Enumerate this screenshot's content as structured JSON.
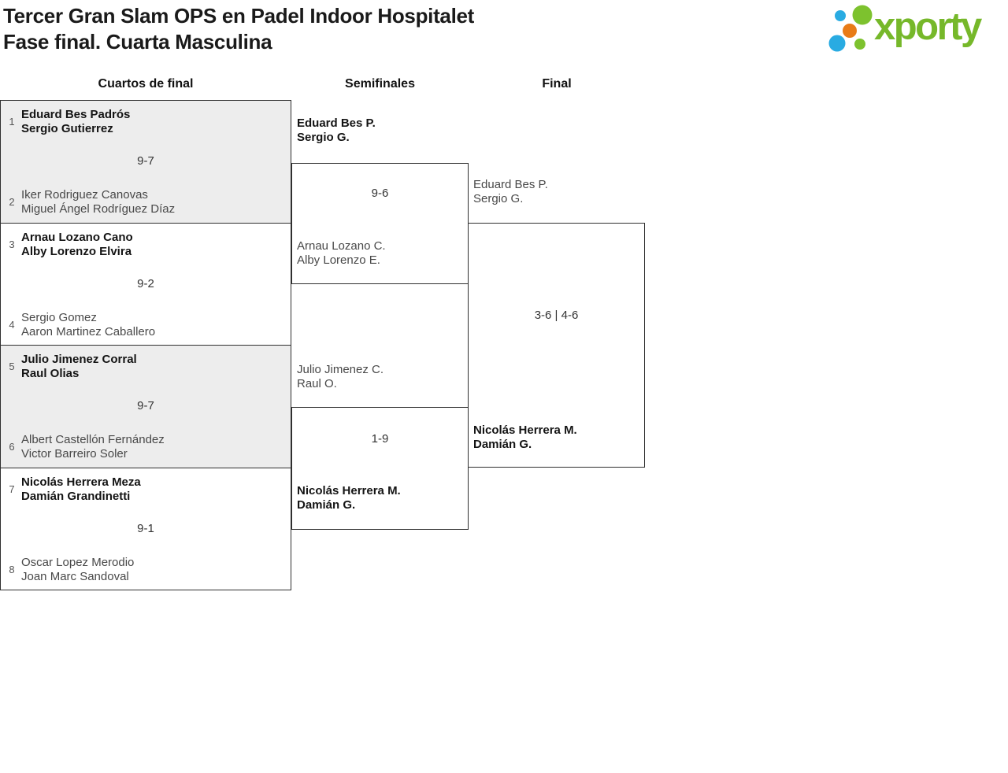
{
  "header": {
    "title_line1": "Tercer Gran Slam OPS en Padel Indoor Hospitalet",
    "title_line2": "Fase final. Cuarta Masculina",
    "logo_text": "xporty"
  },
  "columns": {
    "quarterfinals": "Cuartos de final",
    "semifinals": "Semifinales",
    "final": "Final"
  },
  "colors": {
    "logo_green": "#76b82a",
    "dot_blue": "#29abe2",
    "dot_orange": "#e87b17",
    "dot_green": "#7dc22e",
    "bracket_border": "#2f2f2f",
    "alt_match_bg": "#ededed"
  },
  "bracket": {
    "quarterfinals": [
      {
        "seed_top": "1",
        "team_top": [
          "Eduard Bes Padrós",
          "Sergio Gutierrez"
        ],
        "score": "9-7",
        "seed_bottom": "2",
        "team_bottom": [
          "Iker Rodriguez Canovas",
          "Miguel Ángel Rodríguez Díaz"
        ],
        "winner": "top"
      },
      {
        "seed_top": "3",
        "team_top": [
          "Arnau Lozano Cano",
          "Alby Lorenzo Elvira"
        ],
        "score": "9-2",
        "seed_bottom": "4",
        "team_bottom": [
          "Sergio Gomez",
          "Aaron Martinez Caballero"
        ],
        "winner": "top"
      },
      {
        "seed_top": "5",
        "team_top": [
          "Julio Jimenez Corral",
          "Raul Olias"
        ],
        "score": "9-7",
        "seed_bottom": "6",
        "team_bottom": [
          "Albert Castellón Fernández",
          "Victor Barreiro Soler"
        ],
        "winner": "top"
      },
      {
        "seed_top": "7",
        "team_top": [
          "Nicolás Herrera Meza",
          "Damián Grandinetti"
        ],
        "score": "9-1",
        "seed_bottom": "8",
        "team_bottom": [
          "Oscar Lopez Merodio",
          "Joan Marc Sandoval"
        ],
        "winner": "top"
      }
    ],
    "semifinals": [
      {
        "team_top": [
          "Eduard Bes P.",
          "Sergio G."
        ],
        "score": "9-6",
        "team_bottom": [
          "Arnau Lozano C.",
          "Alby Lorenzo E."
        ],
        "winner": "top"
      },
      {
        "team_top": [
          "Julio Jimenez C.",
          "Raul O."
        ],
        "score": "1-9",
        "team_bottom": [
          "Nicolás Herrera M.",
          "Damián G."
        ],
        "winner": "bottom"
      }
    ],
    "final": {
      "team_top": [
        "Eduard Bes P.",
        "Sergio G."
      ],
      "score": "3-6 | 4-6",
      "team_bottom": [
        "Nicolás Herrera M.",
        "Damián G."
      ],
      "winner": "bottom"
    }
  }
}
